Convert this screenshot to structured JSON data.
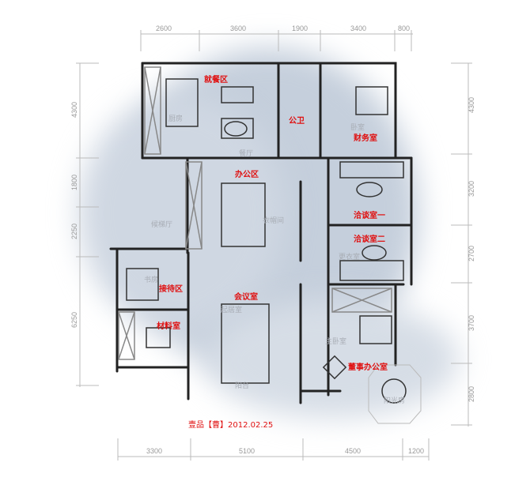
{
  "dimensions": {
    "top": [
      "2600",
      "3600",
      "1900",
      "3400",
      "800"
    ],
    "bottom": [
      "3300",
      "5100",
      "4500",
      "1200"
    ],
    "left": [
      "4300",
      "1800",
      "2250",
      "6250"
    ],
    "right": [
      "4300",
      "3200",
      "2700",
      "3700",
      "2800"
    ]
  },
  "rooms": {
    "dining": "就餐区",
    "public_wc": "公卫",
    "finance": "财务室",
    "office": "办公区",
    "meeting_1": "洽谈室一",
    "meeting_2": "洽谈室二",
    "reception": "接待区",
    "conference": "会议室",
    "materials": "材料室",
    "chairman": "董事办公室"
  },
  "base_labels": {
    "kitchen": "厨房",
    "restaurant": "餐厅",
    "bedroom": "卧室",
    "lift_hall": "候梯厅",
    "closet": "衣帽间",
    "study": "书房",
    "dressing": "更衣室",
    "living": "起居室",
    "master": "主卧室",
    "balcony": "阳台",
    "sunroom": "阳光房"
  },
  "signature": "壹品【曹】2012.02.25"
}
